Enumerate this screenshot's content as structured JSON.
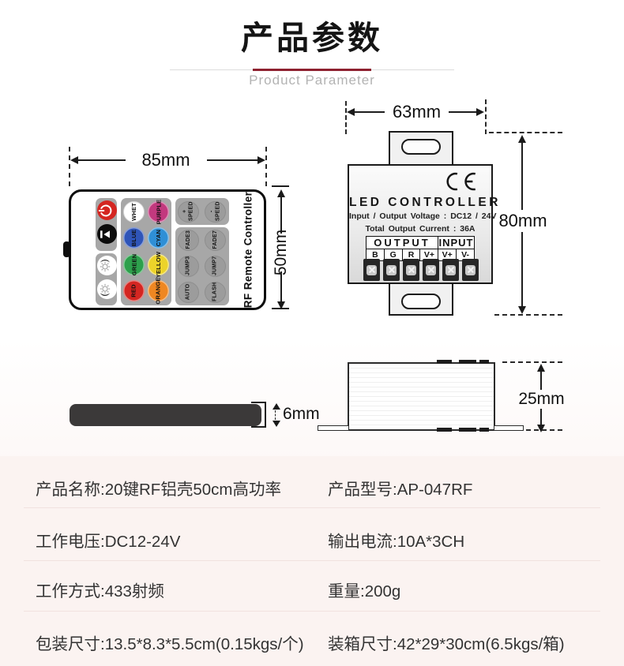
{
  "header": {
    "title_zh": "产品参数",
    "title_en": "Product Parameter",
    "accent_color": "#8e2130"
  },
  "remote": {
    "width_label": "85mm",
    "height_label": "50mm",
    "thickness_label": "6mm",
    "brand_label": "RF Remote Controller",
    "function_buttons": [
      {
        "icon": "power-icon",
        "color": "#d42621"
      },
      {
        "icon": "lamp-icon",
        "color": "#0c0c0c"
      },
      {
        "icon": "brightness-up-icon",
        "color": "#ffffff"
      },
      {
        "icon": "brightness-down-icon",
        "color": "#ffffff"
      }
    ],
    "color_buttons": [
      {
        "label": "WHET",
        "color": "#ffffff"
      },
      {
        "label": "PURPLE",
        "color": "#c2397e"
      },
      {
        "label": "BLUE",
        "color": "#2f55b8"
      },
      {
        "label": "CYAN",
        "color": "#2f8fd6"
      },
      {
        "label": "GREEN",
        "color": "#2da04c"
      },
      {
        "label": "YELLOW",
        "color": "#ecd32a"
      },
      {
        "label": "RED",
        "color": "#d42621"
      },
      {
        "label": "ORANGE",
        "color": "#ef8722"
      }
    ],
    "mode_buttons": [
      {
        "label": "+\nSPEED"
      },
      {
        "label": "-\nSPEED"
      },
      {
        "label": "FADE3"
      },
      {
        "label": "FADE7"
      },
      {
        "label": "JUMP3"
      },
      {
        "label": "JUMP7"
      },
      {
        "label": "AUTO"
      },
      {
        "label": "FLASH"
      }
    ]
  },
  "controller": {
    "width_label": "63mm",
    "height_label": "80mm",
    "depth_label": "25mm",
    "title": "LED CONTROLLER",
    "ce_mark": "CE",
    "voltage_line": "Input / Output  Voltage : DC12 / 24V",
    "current_line": "Total  Output  Current : 36A",
    "output_header": "OUTPUT",
    "input_header": "INPUT",
    "terminals": [
      "B",
      "G",
      "R",
      "V+",
      "V+",
      "V-"
    ]
  },
  "specs": {
    "rows": [
      {
        "left": "产品名称:20键RF铝壳50cm高功率",
        "right": "产品型号:AP-047RF"
      },
      {
        "left": "工作电压:DC12-24V",
        "right": "输出电流:10A*3CH"
      },
      {
        "left": "工作方式:433射频",
        "right": "重量:200g"
      },
      {
        "left": "包装尺寸:13.5*8.3*5.5cm(0.15kgs/个)",
        "right": "装箱尺寸:42*29*30cm(6.5kgs/箱)"
      }
    ]
  }
}
